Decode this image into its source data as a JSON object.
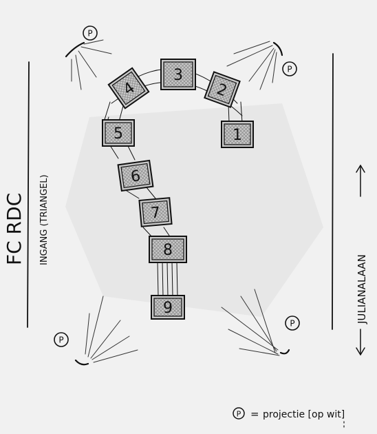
{
  "left_label": {
    "line1": "FC RDC",
    "line2": "INGANG (TRIANGEL)"
  },
  "right_label": {
    "text": "JULIANALAAN"
  },
  "blocks": [
    {
      "number": "1"
    },
    {
      "number": "2"
    },
    {
      "number": "3"
    },
    {
      "number": "4"
    },
    {
      "number": "5"
    },
    {
      "number": "6"
    },
    {
      "number": "7"
    },
    {
      "number": "8"
    },
    {
      "number": "9"
    }
  ],
  "projector_symbol": "P",
  "legend": {
    "symbol": "P",
    "equals": "=",
    "text": "projectie [op wit]"
  }
}
